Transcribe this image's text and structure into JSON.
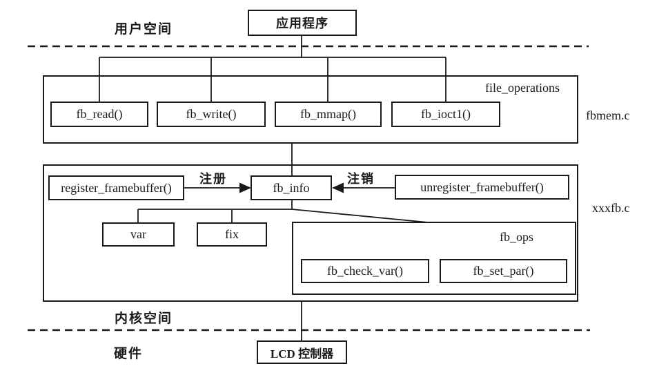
{
  "diagram": {
    "section_labels": {
      "user_space": "用户空间",
      "kernel_space": "内核空间",
      "hardware": "硬件"
    },
    "arrow_labels": {
      "register": "注册",
      "unregister": "注销"
    },
    "container_labels": {
      "file_operations": "file_operations",
      "fbmem_file": "fbmem.c",
      "xxxfb_file": "xxxfb.c",
      "fb_ops": "fb_ops"
    },
    "nodes": {
      "application": "应用程序",
      "fb_read": "fb_read()",
      "fb_write": "fb_write()",
      "fb_mmap": "fb_mmap()",
      "fb_ioctl": "fb_ioct1()",
      "register_framebuffer": "register_framebuffer()",
      "fb_info": "fb_info",
      "unregister_framebuffer": "unregister_framebuffer()",
      "var": "var",
      "fix": "fix",
      "fb_check_var": "fb_check_var()",
      "fb_set_par": "fb_set_par()",
      "lcd_controller": "LCD 控制器"
    },
    "colors": {
      "line": "#1a1a1a",
      "background": "#ffffff"
    }
  }
}
